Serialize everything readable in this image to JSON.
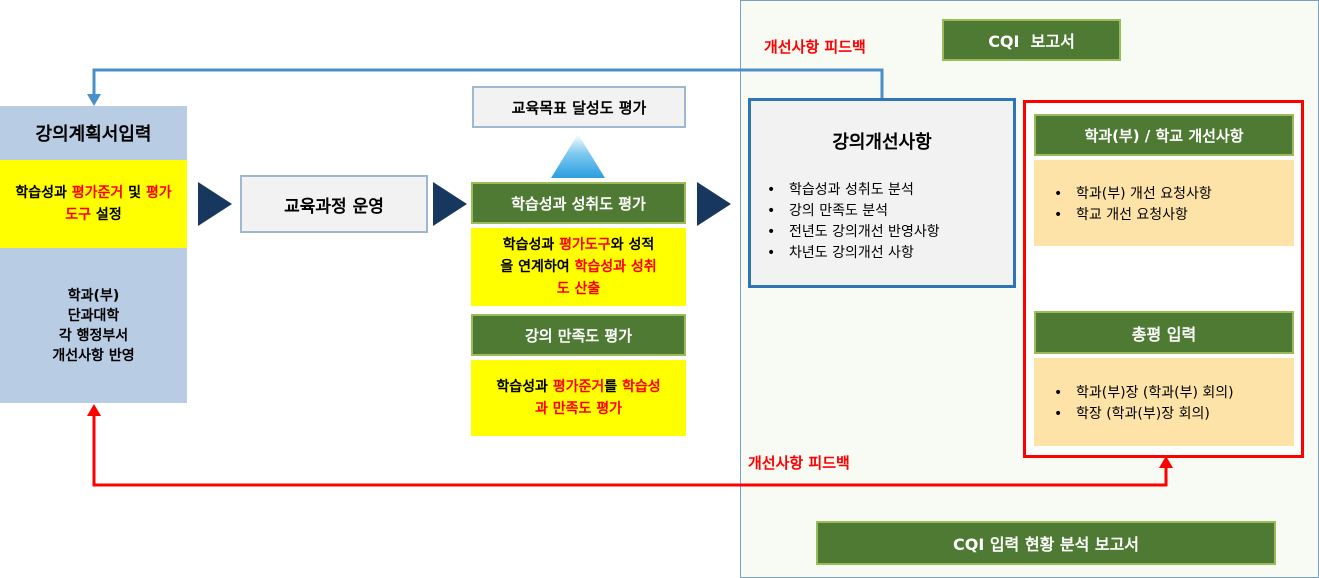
{
  "colors": {
    "blue_line": "#4a90c8",
    "red_line": "#ff0000",
    "navy_arrow": "#17375e",
    "green": "#4e7a33",
    "yellow": "#ffff00",
    "light_blue": "#b8cce4",
    "peach": "#fde3a7",
    "panel_bg": "#f8fbf4"
  },
  "left_block": {
    "title": "강의계획서입력",
    "yellow_parts": [
      {
        "text": "학습성과 ",
        "red": false
      },
      {
        "text": "평가준거",
        "red": true
      },
      {
        "text": " 및 ",
        "red": false
      },
      {
        "text": "평가도구",
        "red": true
      },
      {
        "text": " 설정",
        "red": false
      }
    ],
    "lines": [
      "학과(부)",
      "단과대학",
      "각 행정부서",
      "개선사항 반영"
    ]
  },
  "curriculum": {
    "label": "교육과정 운영"
  },
  "goal_eval": {
    "label": "교육목표 달성도 평가"
  },
  "achievement": {
    "title": "학습성과 성취도 평가",
    "parts": [
      {
        "text": "학습성과 ",
        "red": false
      },
      {
        "text": "평가도구",
        "red": true
      },
      {
        "text": "와 성적을 연계하여 ",
        "red": false
      },
      {
        "text": "학습성과 성취도 산출",
        "red": true
      }
    ]
  },
  "satisfaction": {
    "title": "강의 만족도 평가",
    "parts": [
      {
        "text": "학습성과 ",
        "red": false
      },
      {
        "text": "평가준거",
        "red": true
      },
      {
        "text": "를 ",
        "red": false
      },
      {
        "text": "학습성과 만족도 평가",
        "red": true
      }
    ]
  },
  "feedback_top": "개선사항 피드백",
  "feedback_bottom": "개선사항 피드백",
  "cqi_report": "CQI  보고서",
  "course_improve": {
    "title": "강의개선사항",
    "items": [
      "학습성과 성취도 분석",
      "강의 만족도 분석",
      "전년도 강의개선 반영사항",
      "차년도 강의개선 사항"
    ]
  },
  "dept_improve": {
    "title": "학과(부) / 학교 개선사항",
    "items": [
      "학과(부) 개선 요청사항",
      "학교 개선 요청사항"
    ]
  },
  "review": {
    "title": "총평 입력",
    "items": [
      "학과(부)장 (학과(부) 회의)",
      "학장 (학과(부)장 회의)"
    ]
  },
  "cqi_analysis": "CQI 입력 현황 분석 보고서"
}
